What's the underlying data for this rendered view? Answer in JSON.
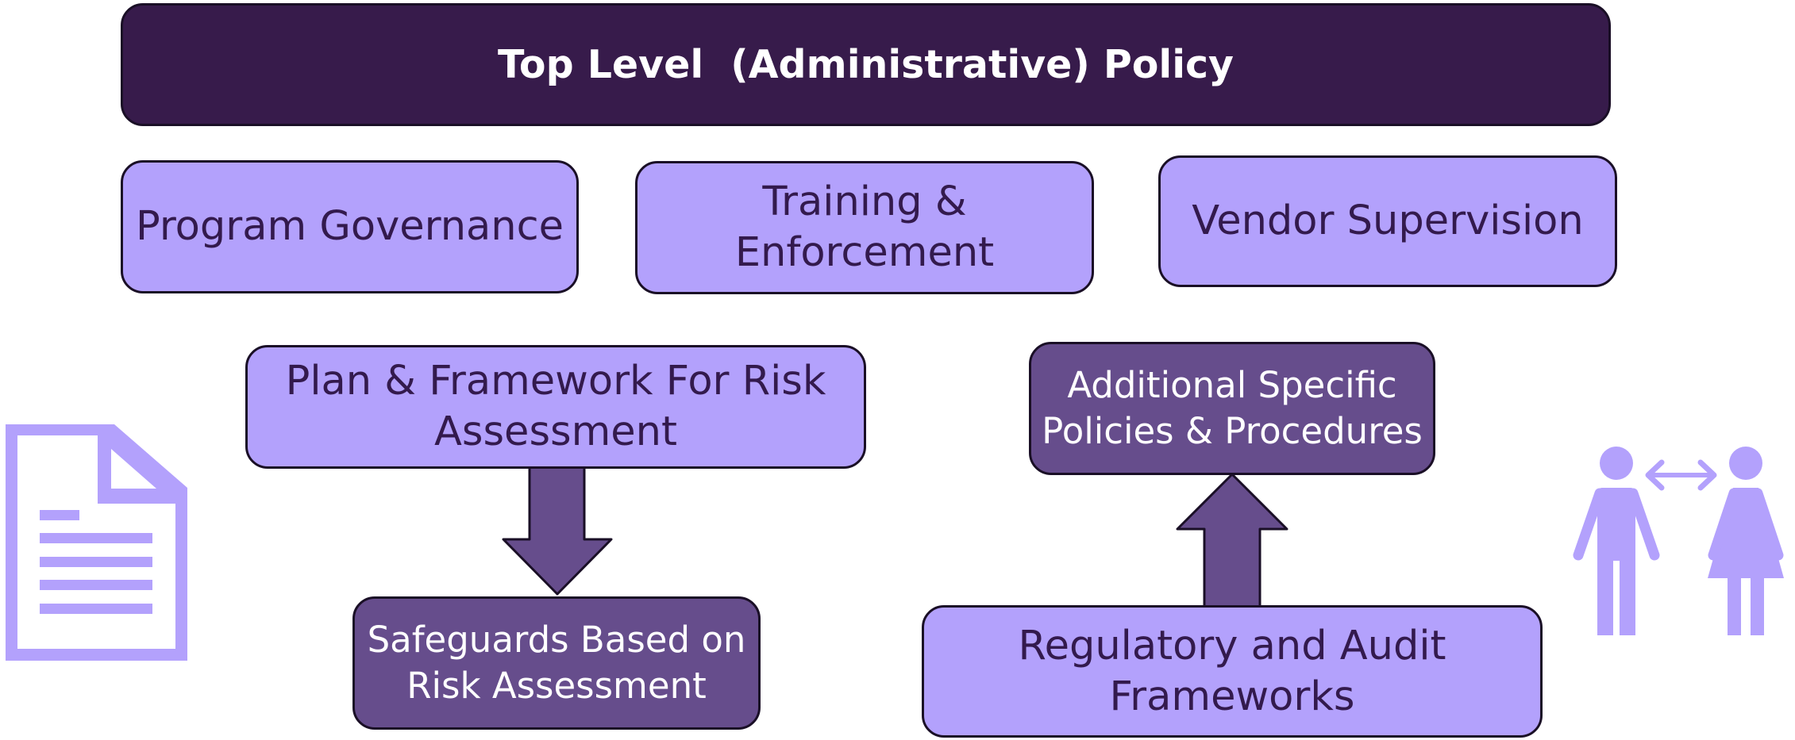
{
  "colors": {
    "dark_box": "#371b4b",
    "light_box": "#b3a1fc",
    "mid_box": "#664d8c",
    "light_text": "#331a4d",
    "icon": "#b3a1fc",
    "outline": "#1a0f26"
  },
  "top_policy": {
    "label": "Top Level  (Administrative) Policy"
  },
  "second_row": {
    "program_governance": {
      "line1": "Program Governance"
    },
    "training": {
      "line1": "Training &",
      "line2": "Enforcement"
    },
    "vendor": {
      "line1": "Vendor Supervision"
    }
  },
  "risk_plan": {
    "line1": "Plan & Framework For Risk",
    "line2": "Assessment"
  },
  "safeguards": {
    "line1": "Safeguards Based on",
    "line2": "Risk Assessment"
  },
  "specific_policies": {
    "line1": "Additional Specific",
    "line2": "Policies & Procedures"
  },
  "regulatory": {
    "line1": "Regulatory and Audit",
    "line2": "Frameworks"
  },
  "icons": {
    "left": "document-icon",
    "right": "people-exchange-icon"
  }
}
